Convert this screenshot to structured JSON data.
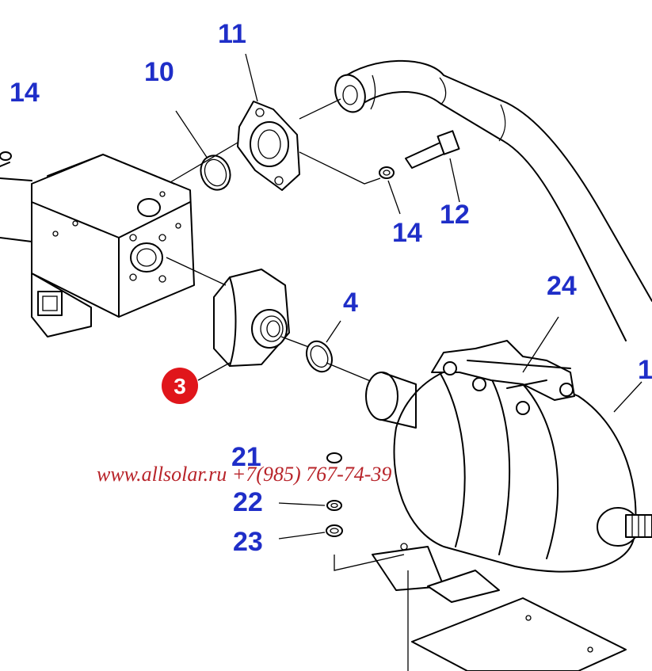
{
  "diagram": {
    "callouts": {
      "c14_top": "14",
      "c10": "10",
      "c11": "11",
      "c14_right": "14",
      "c12": "12",
      "c24": "24",
      "c4": "4",
      "c1": "1",
      "c21": "21",
      "c22": "22",
      "c23": "23"
    },
    "highlight_badge": {
      "label": "3",
      "color": "#e0161b"
    },
    "watermark": "www.allsolar.ru +7(985) 767-74-39",
    "colors": {
      "callout": "#1f2ec8",
      "watermark": "#b8242a",
      "line": "#000000"
    }
  }
}
